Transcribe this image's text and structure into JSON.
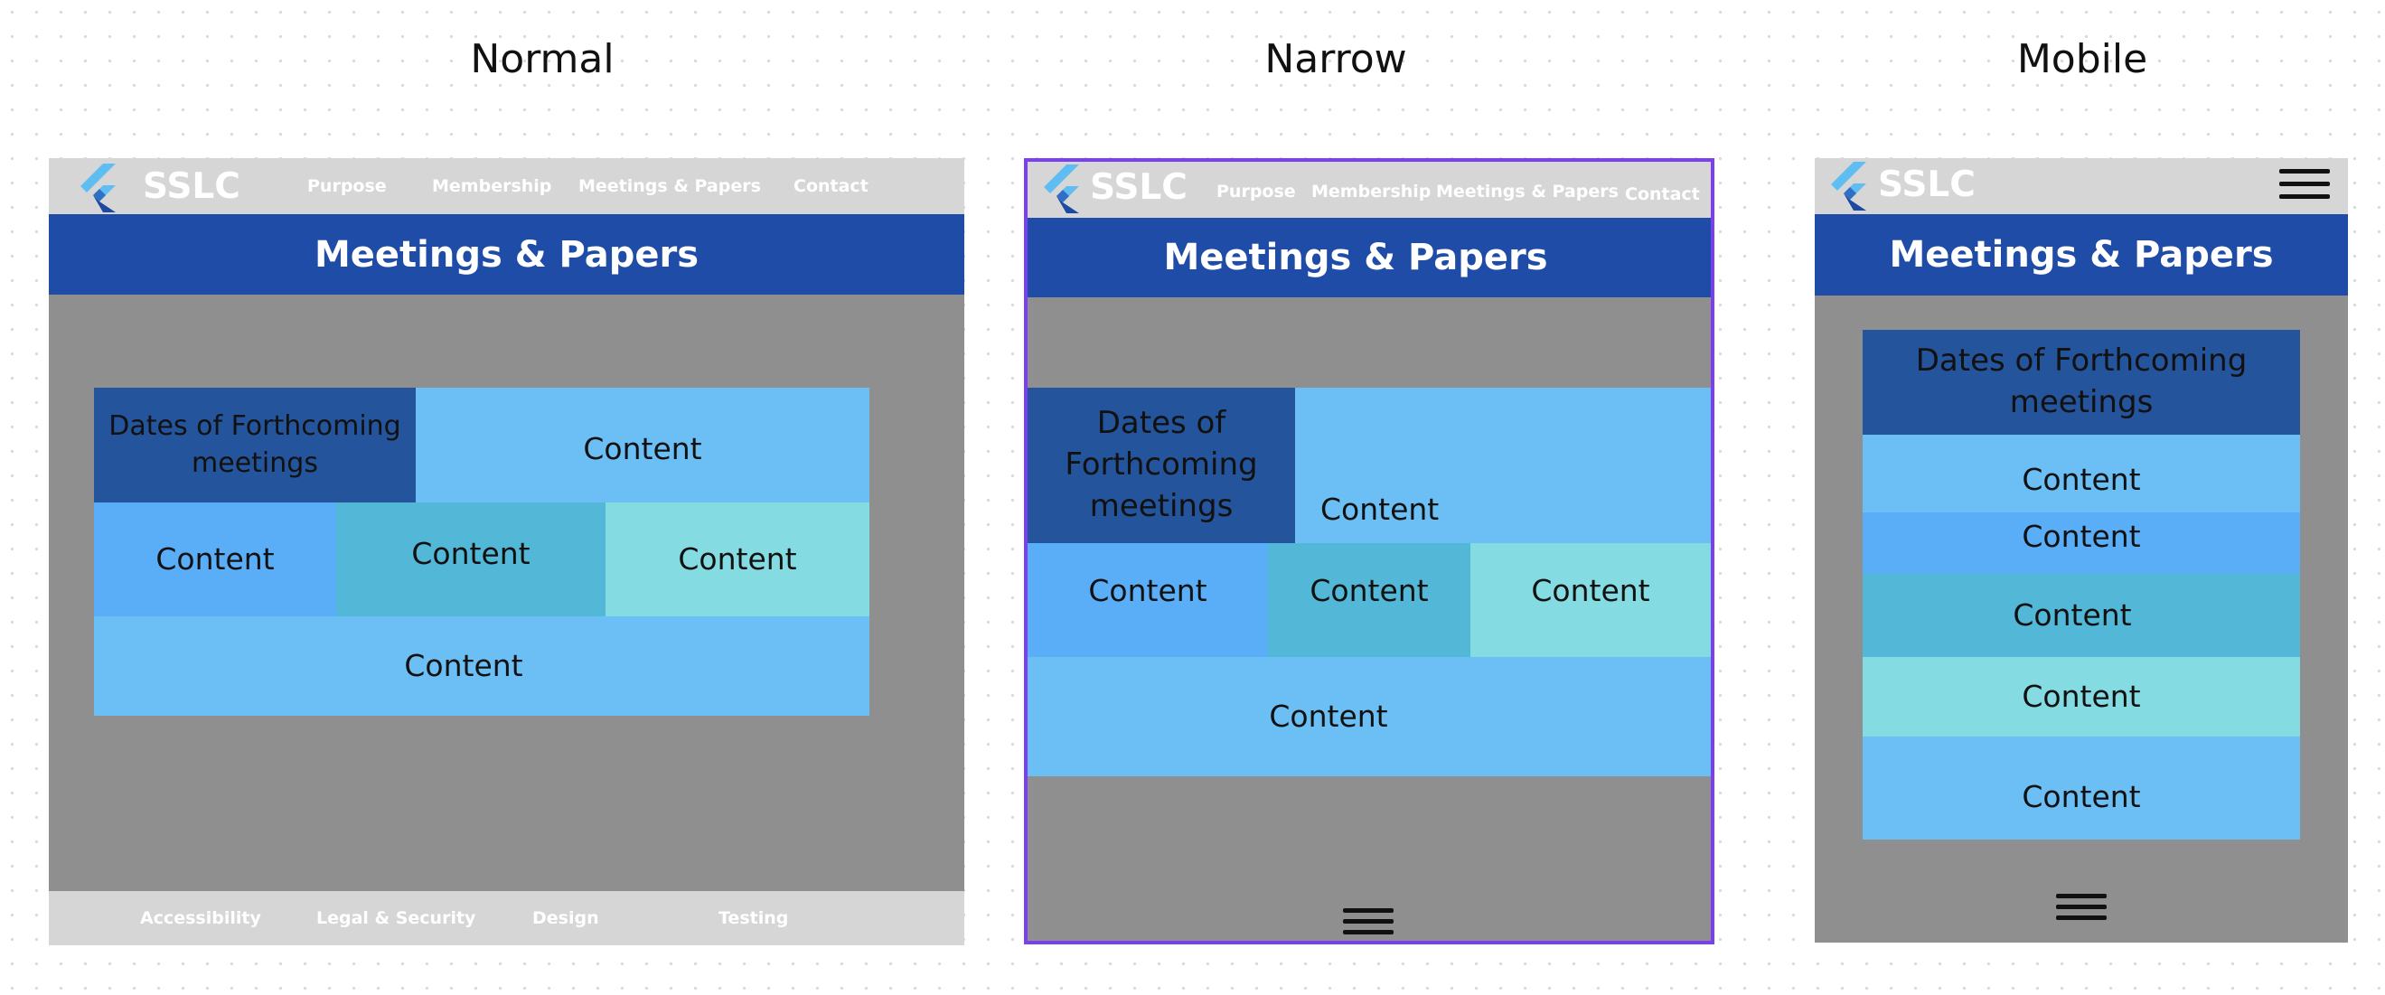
{
  "panels": {
    "normal": {
      "title": "Normal"
    },
    "narrow": {
      "title": "Narrow"
    },
    "mobile": {
      "title": "Mobile"
    }
  },
  "brand": "SSLC",
  "nav": [
    "Purpose",
    "Membership",
    "Meetings & Papers",
    "Contact"
  ],
  "page_heading": "Meetings & Papers",
  "tiles": {
    "dates": "Dates of Forthcoming meetings",
    "content": "Content"
  },
  "footer": [
    "Accessibility",
    "Legal & Security",
    "Design",
    "Testing"
  ],
  "icons": {
    "logo": "flutter-logo-icon",
    "menu": "hamburger-menu-icon"
  },
  "colors": {
    "page_bg": "#8f8f8f",
    "bars": "#d6d6d6",
    "heading_bg": "#1f4ca6",
    "dates_tile": "#24549c",
    "tile_light": "#6bbff5",
    "tile_mid": "#5aaef8",
    "tile_teal": "#53b8d8",
    "tile_aqua": "#84dce2",
    "narrow_border": "#7b3ff2"
  }
}
